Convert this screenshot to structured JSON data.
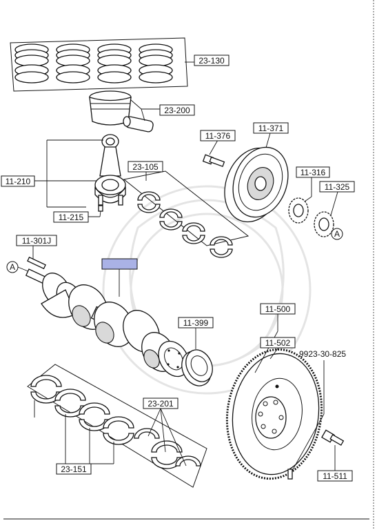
{
  "diagram": {
    "callouts": {
      "c_23_130": "23-130",
      "c_23_200": "23-200",
      "c_11_376": "11-376",
      "c_11_371": "11-371",
      "c_11_210": "11-210",
      "c_23_105": "23-105",
      "c_11_316": "11-316",
      "c_11_325": "11-325",
      "c_11_215": "11-215",
      "c_11_301j": "11-301J",
      "c_11_399": "11-399",
      "c_11_500": "11-500",
      "c_11_502": "11-502",
      "c_9923": "9923-30-825",
      "c_23_201": "23-201",
      "c_23_151": "23-151",
      "c_11_511": "11-511"
    },
    "ref_markers": {
      "a_left": "A",
      "a_right": "A"
    },
    "highlight_color": "#aab2e6"
  }
}
